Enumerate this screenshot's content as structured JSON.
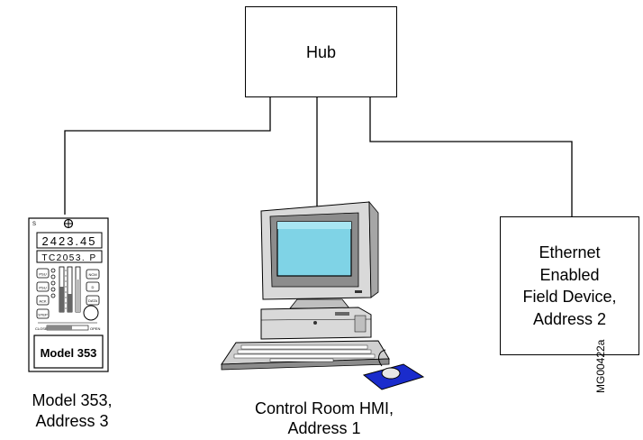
{
  "hub": {
    "label": "Hub"
  },
  "field_device": {
    "lines": [
      "Ethernet",
      "Enabled",
      "Field Device,",
      "Address 2"
    ]
  },
  "model353": {
    "caption": [
      "Model 353,",
      "Address 3"
    ],
    "display_top": "2423.45",
    "display_tag": "TC2053. P",
    "panel_label": "Model 353",
    "scale_close": "CLOSE",
    "scale_open": "OPEN",
    "btn_f1": "PSU",
    "btn_f2": "PSU",
    "btn_f3": "ACK",
    "btn_r1": "NCM",
    "btn_r2": "D",
    "btn_r3": "DATA",
    "btn_bot": "STEP"
  },
  "hmi": {
    "caption": [
      "Control Room HMI,",
      "Address 1"
    ]
  },
  "figure_id": "MG00422a"
}
